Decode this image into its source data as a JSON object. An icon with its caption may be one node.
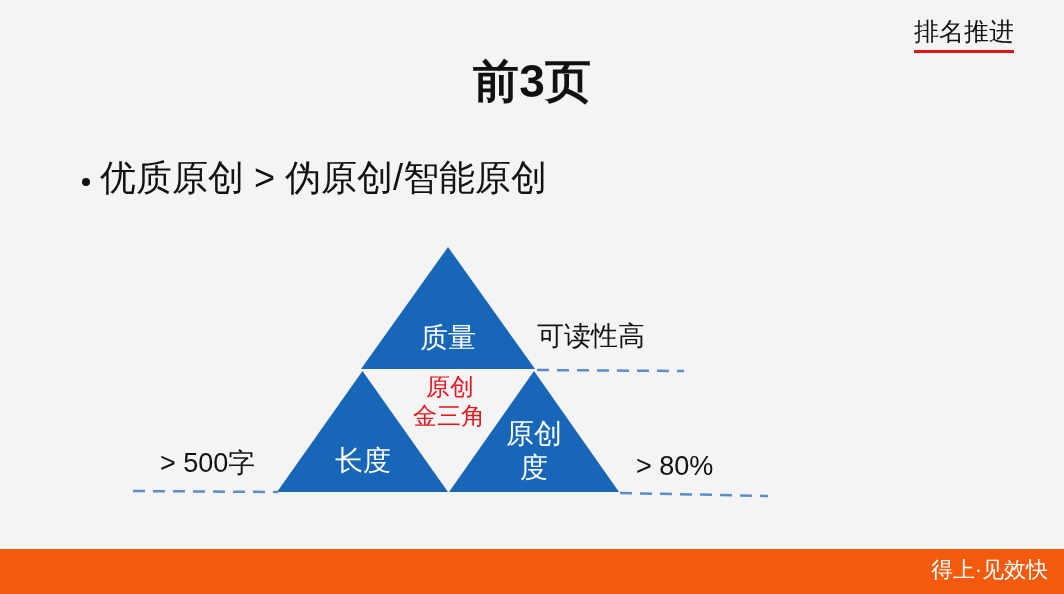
{
  "diagram": {
    "title": "前3页",
    "nodes": [
      {
        "text": [
          "质量"
        ],
        "beside": [
          "可读性高"
        ]
      },
      {
        "text": [
          "长度"
        ],
        "beside": [
          "> 500字"
        ]
      },
      {
        "text": [
          "原创度"
        ],
        "beside": [
          "> 80%"
        ]
      }
    ],
    "labels": [
      "排名推进",
      "优质原创 > 伪原创/智能原创",
      "原创金三角",
      "得上·见效快"
    ]
  }
}
